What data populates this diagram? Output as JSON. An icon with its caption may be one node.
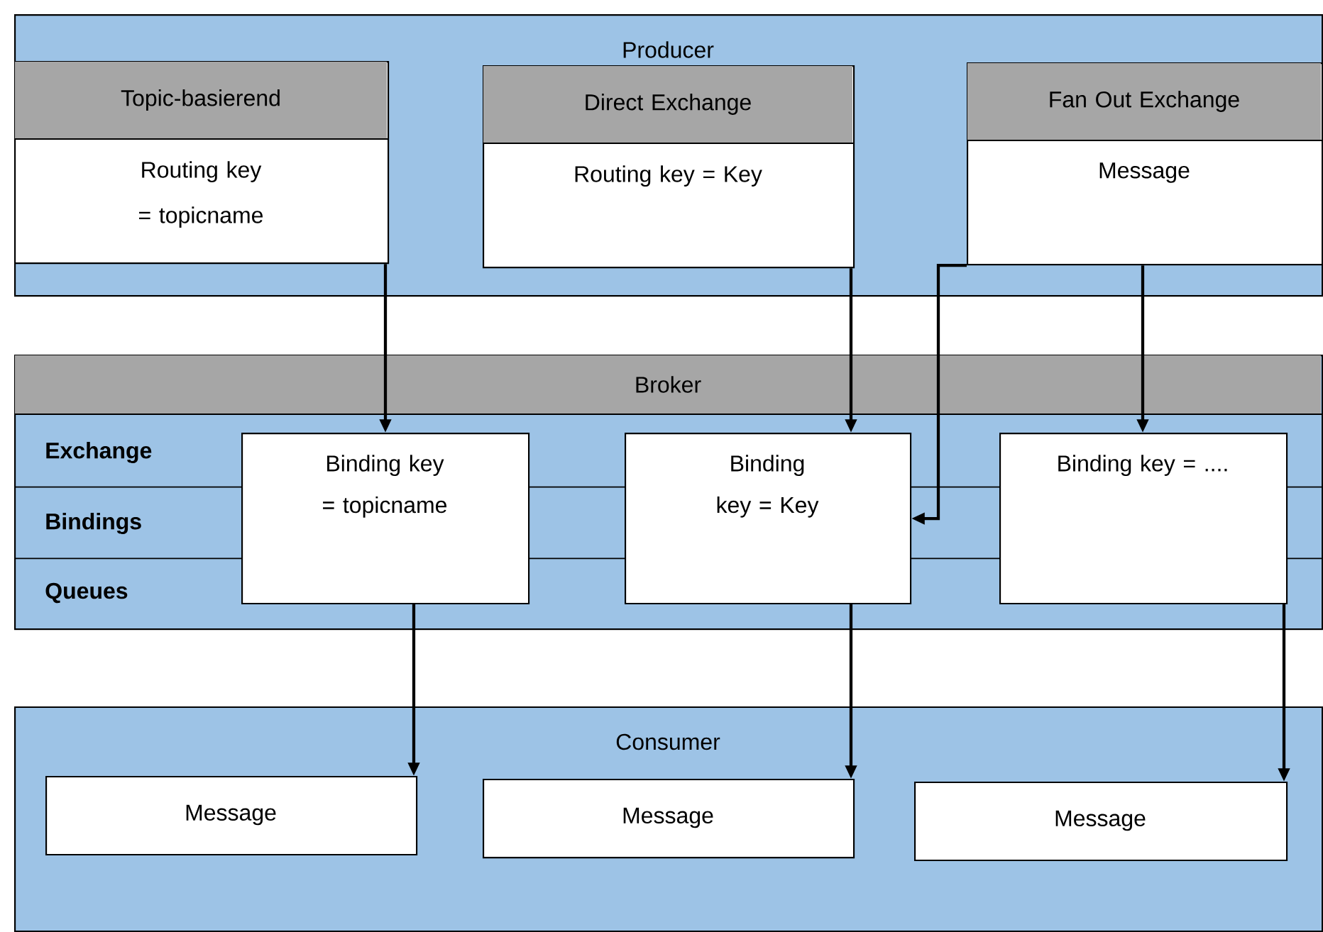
{
  "diagram": {
    "nodes": [
      {
        "text": [
          "Producer"
        ]
      },
      {
        "text": [
          "Topic-basierend",
          "Routing key = topicname"
        ],
        "in": 0
      },
      {
        "text": [
          "Direct Exchange",
          "Routing key = Key"
        ],
        "in": 0
      },
      {
        "text": [
          "Fan Out Exchange",
          "Message"
        ],
        "in": 0
      },
      {
        "text": [
          "Broker"
        ]
      },
      {
        "text": [
          "Binding key = topicname"
        ],
        "in": 4
      },
      {
        "text": [
          "Binding key = Key"
        ],
        "in": 4
      },
      {
        "text": [
          "Binding key = ...."
        ],
        "in": 4
      },
      {
        "text": [
          "Consumer"
        ]
      },
      {
        "text": [
          "Message"
        ],
        "in": 8
      },
      {
        "text": [
          "Message"
        ],
        "in": 8
      },
      {
        "text": [
          "Message"
        ],
        "in": 8
      }
    ],
    "edges": [
      {
        "from": 1,
        "to": 5,
        "arrow": "to"
      },
      {
        "from": 2,
        "to": 6,
        "arrow": "to"
      },
      {
        "from": 3,
        "to": 6,
        "arrow": "to"
      },
      {
        "from": 3,
        "to": 7,
        "arrow": "to"
      },
      {
        "from": 5,
        "to": 9,
        "arrow": "to"
      },
      {
        "from": 6,
        "to": 10,
        "arrow": "to"
      },
      {
        "from": 7,
        "to": 11,
        "arrow": "to"
      }
    ],
    "labels": [
      "Exchange",
      "Bindings",
      "Queues"
    ]
  }
}
